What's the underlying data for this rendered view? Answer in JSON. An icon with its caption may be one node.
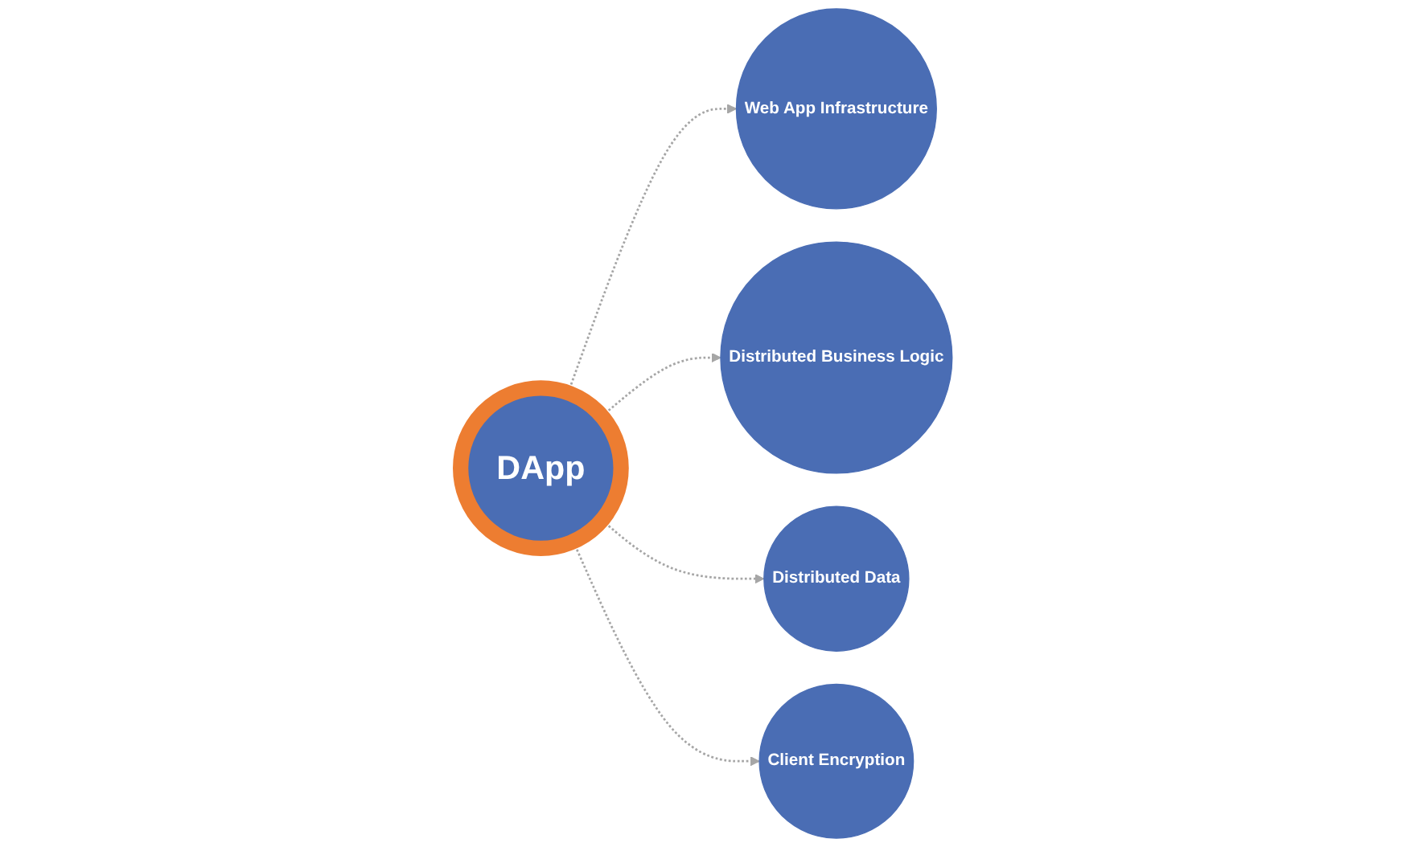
{
  "diagram": {
    "nodes": [
      {
        "text": [
          "Web App Infrastructure"
        ]
      },
      {
        "text": [
          "Distributed Business Logic"
        ]
      },
      {
        "text": [
          "Distributed Data"
        ]
      },
      {
        "text": [
          "DApp"
        ]
      },
      {
        "text": [
          "Client Encryption"
        ]
      }
    ],
    "edges": [
      {
        "from": 3,
        "to": 0,
        "arrow": "to",
        "style": "dashed"
      },
      {
        "from": 3,
        "to": 1,
        "arrow": "to",
        "style": "dashed"
      },
      {
        "from": 3,
        "to": 2,
        "arrow": "to",
        "style": "dashed"
      },
      {
        "from": 3,
        "to": 4,
        "arrow": "to",
        "style": "dashed"
      }
    ]
  }
}
